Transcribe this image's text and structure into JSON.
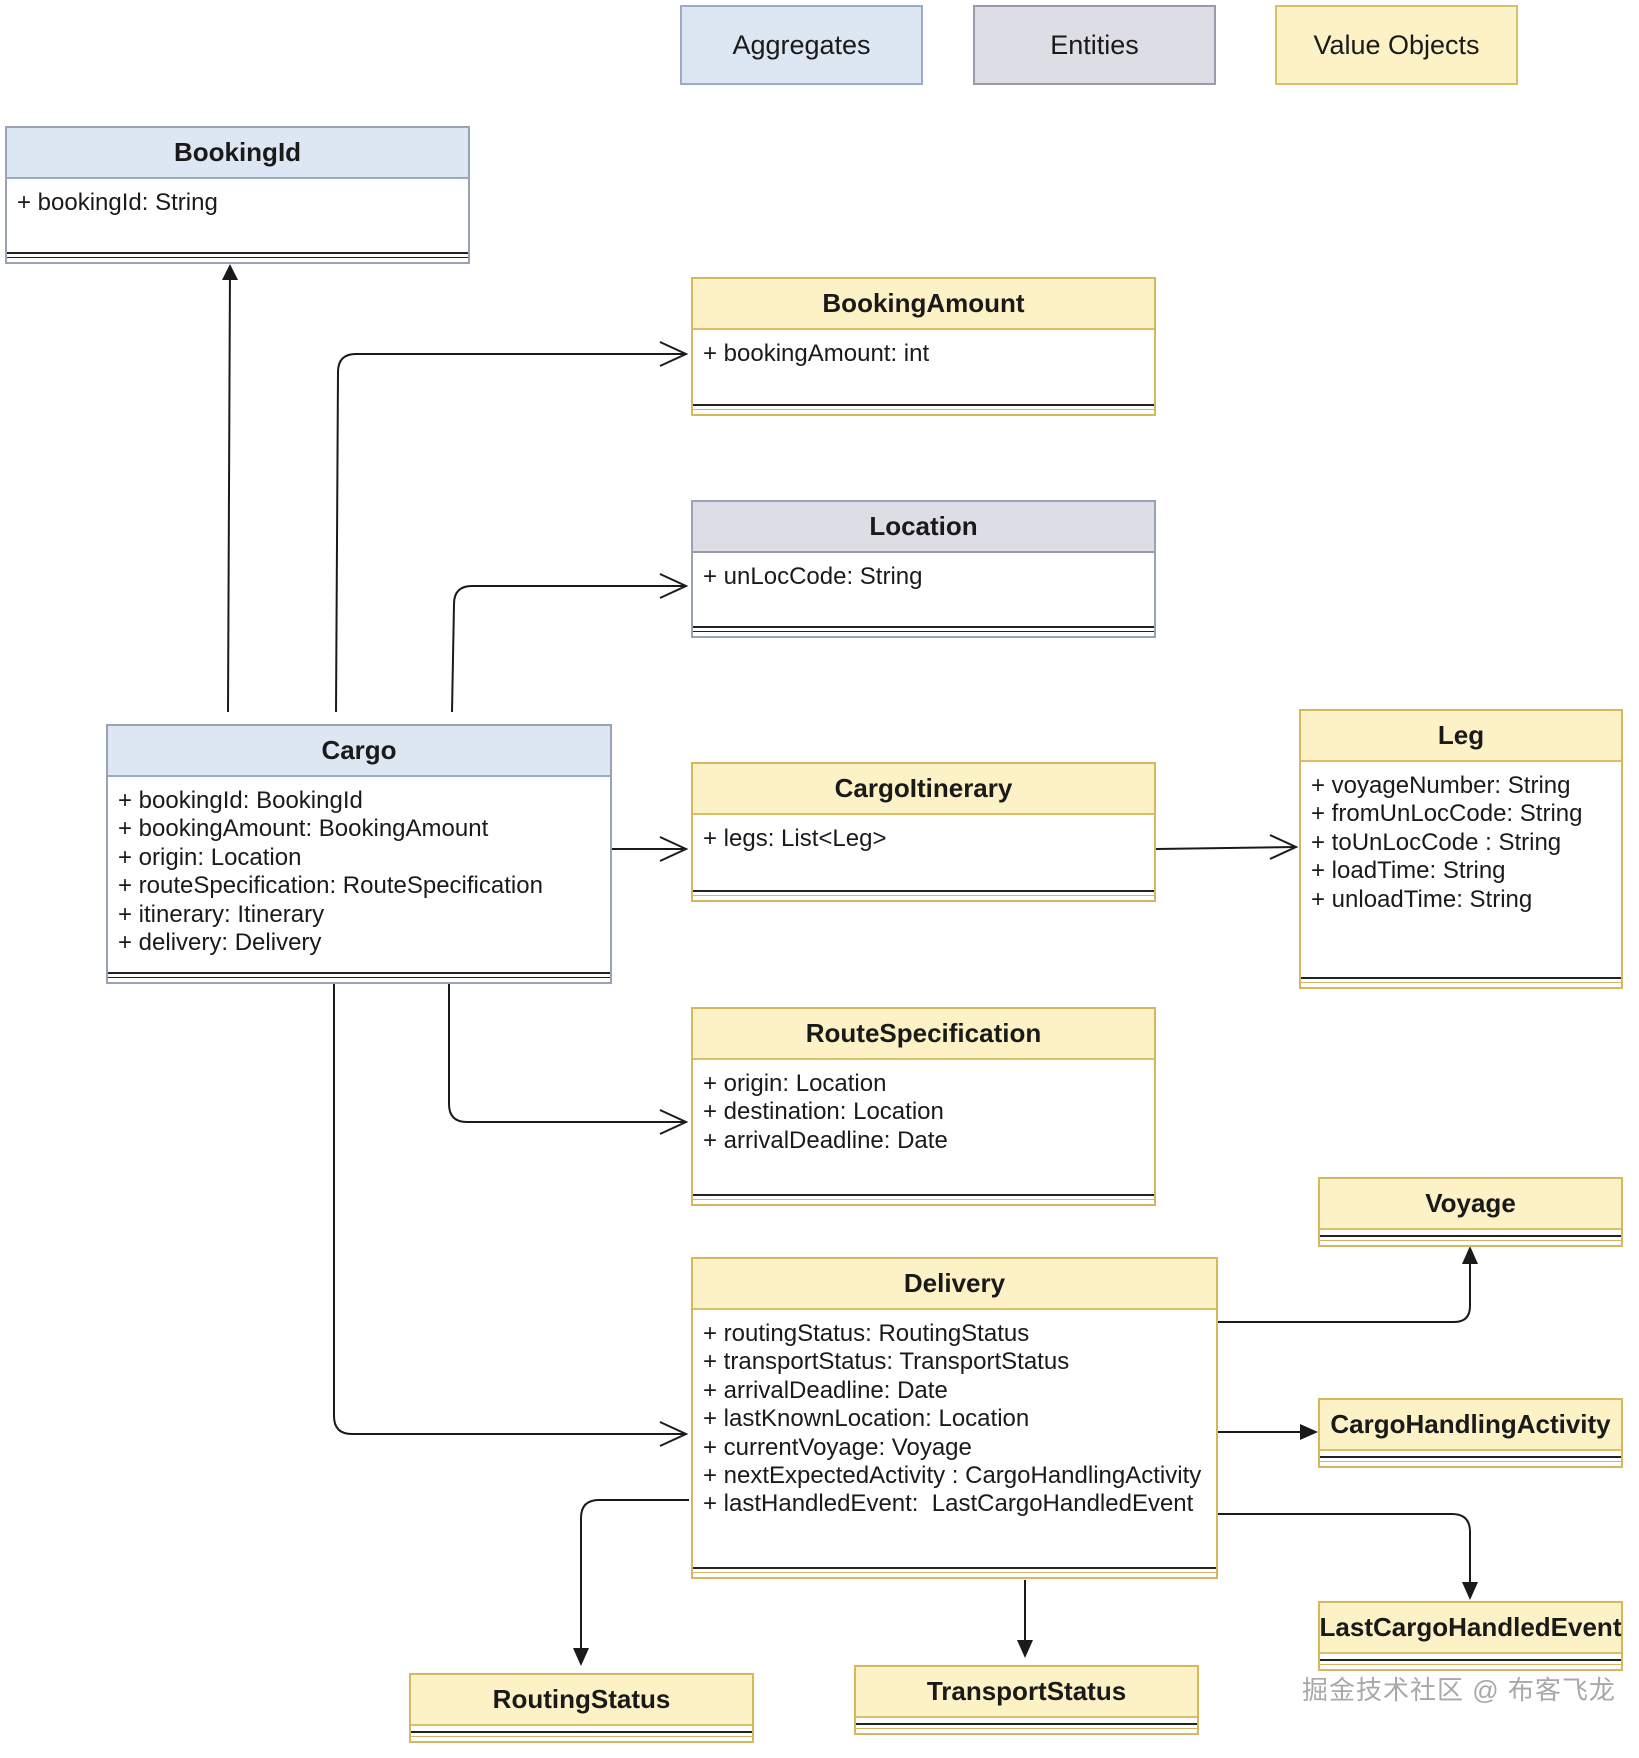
{
  "legend": {
    "aggregates": "Aggregates",
    "entities": "Entities",
    "value_objects": "Value Objects"
  },
  "classes": {
    "booking_id": {
      "title": "BookingId",
      "attrs": [
        "+ bookingId: String"
      ]
    },
    "booking_amount": {
      "title": "BookingAmount",
      "attrs": [
        "+ bookingAmount: int"
      ]
    },
    "location": {
      "title": "Location",
      "attrs": [
        "+ unLocCode: String"
      ]
    },
    "cargo": {
      "title": "Cargo",
      "attrs": [
        "+ bookingId: BookingId",
        "+ bookingAmount: BookingAmount",
        "+ origin: Location",
        "+ routeSpecification: RouteSpecification",
        "+ itinerary: Itinerary",
        "+ delivery: Delivery"
      ]
    },
    "cargo_itinerary": {
      "title": "CargoItinerary",
      "attrs": [
        "+ legs: List<Leg>"
      ]
    },
    "leg": {
      "title": "Leg",
      "attrs": [
        "+ voyageNumber: String",
        "+ fromUnLocCode: String",
        "+ toUnLocCode : String",
        "+ loadTime: String",
        "+ unloadTime: String"
      ]
    },
    "route_specification": {
      "title": "RouteSpecification",
      "attrs": [
        "+ origin: Location",
        "+ destination: Location",
        "+ arrivalDeadline: Date"
      ]
    },
    "voyage": {
      "title": "Voyage",
      "attrs": []
    },
    "delivery": {
      "title": "Delivery",
      "attrs": [
        "+ routingStatus: RoutingStatus",
        "+ transportStatus: TransportStatus",
        "+ arrivalDeadline: Date",
        "+ lastKnownLocation: Location",
        "+ currentVoyage: Voyage",
        "+ nextExpectedActivity : CargoHandlingActivity",
        "+ lastHandledEvent:  LastCargoHandledEvent"
      ]
    },
    "cargo_handling_activity": {
      "title": "CargoHandlingActivity",
      "attrs": []
    },
    "last_cargo_handled_event": {
      "title": "LastCargoHandledEvent",
      "attrs": []
    },
    "routing_status": {
      "title": "RoutingStatus",
      "attrs": []
    },
    "transport_status": {
      "title": "TransportStatus",
      "attrs": []
    }
  },
  "watermark": "掘金技术社区 @ 布客飞龙"
}
